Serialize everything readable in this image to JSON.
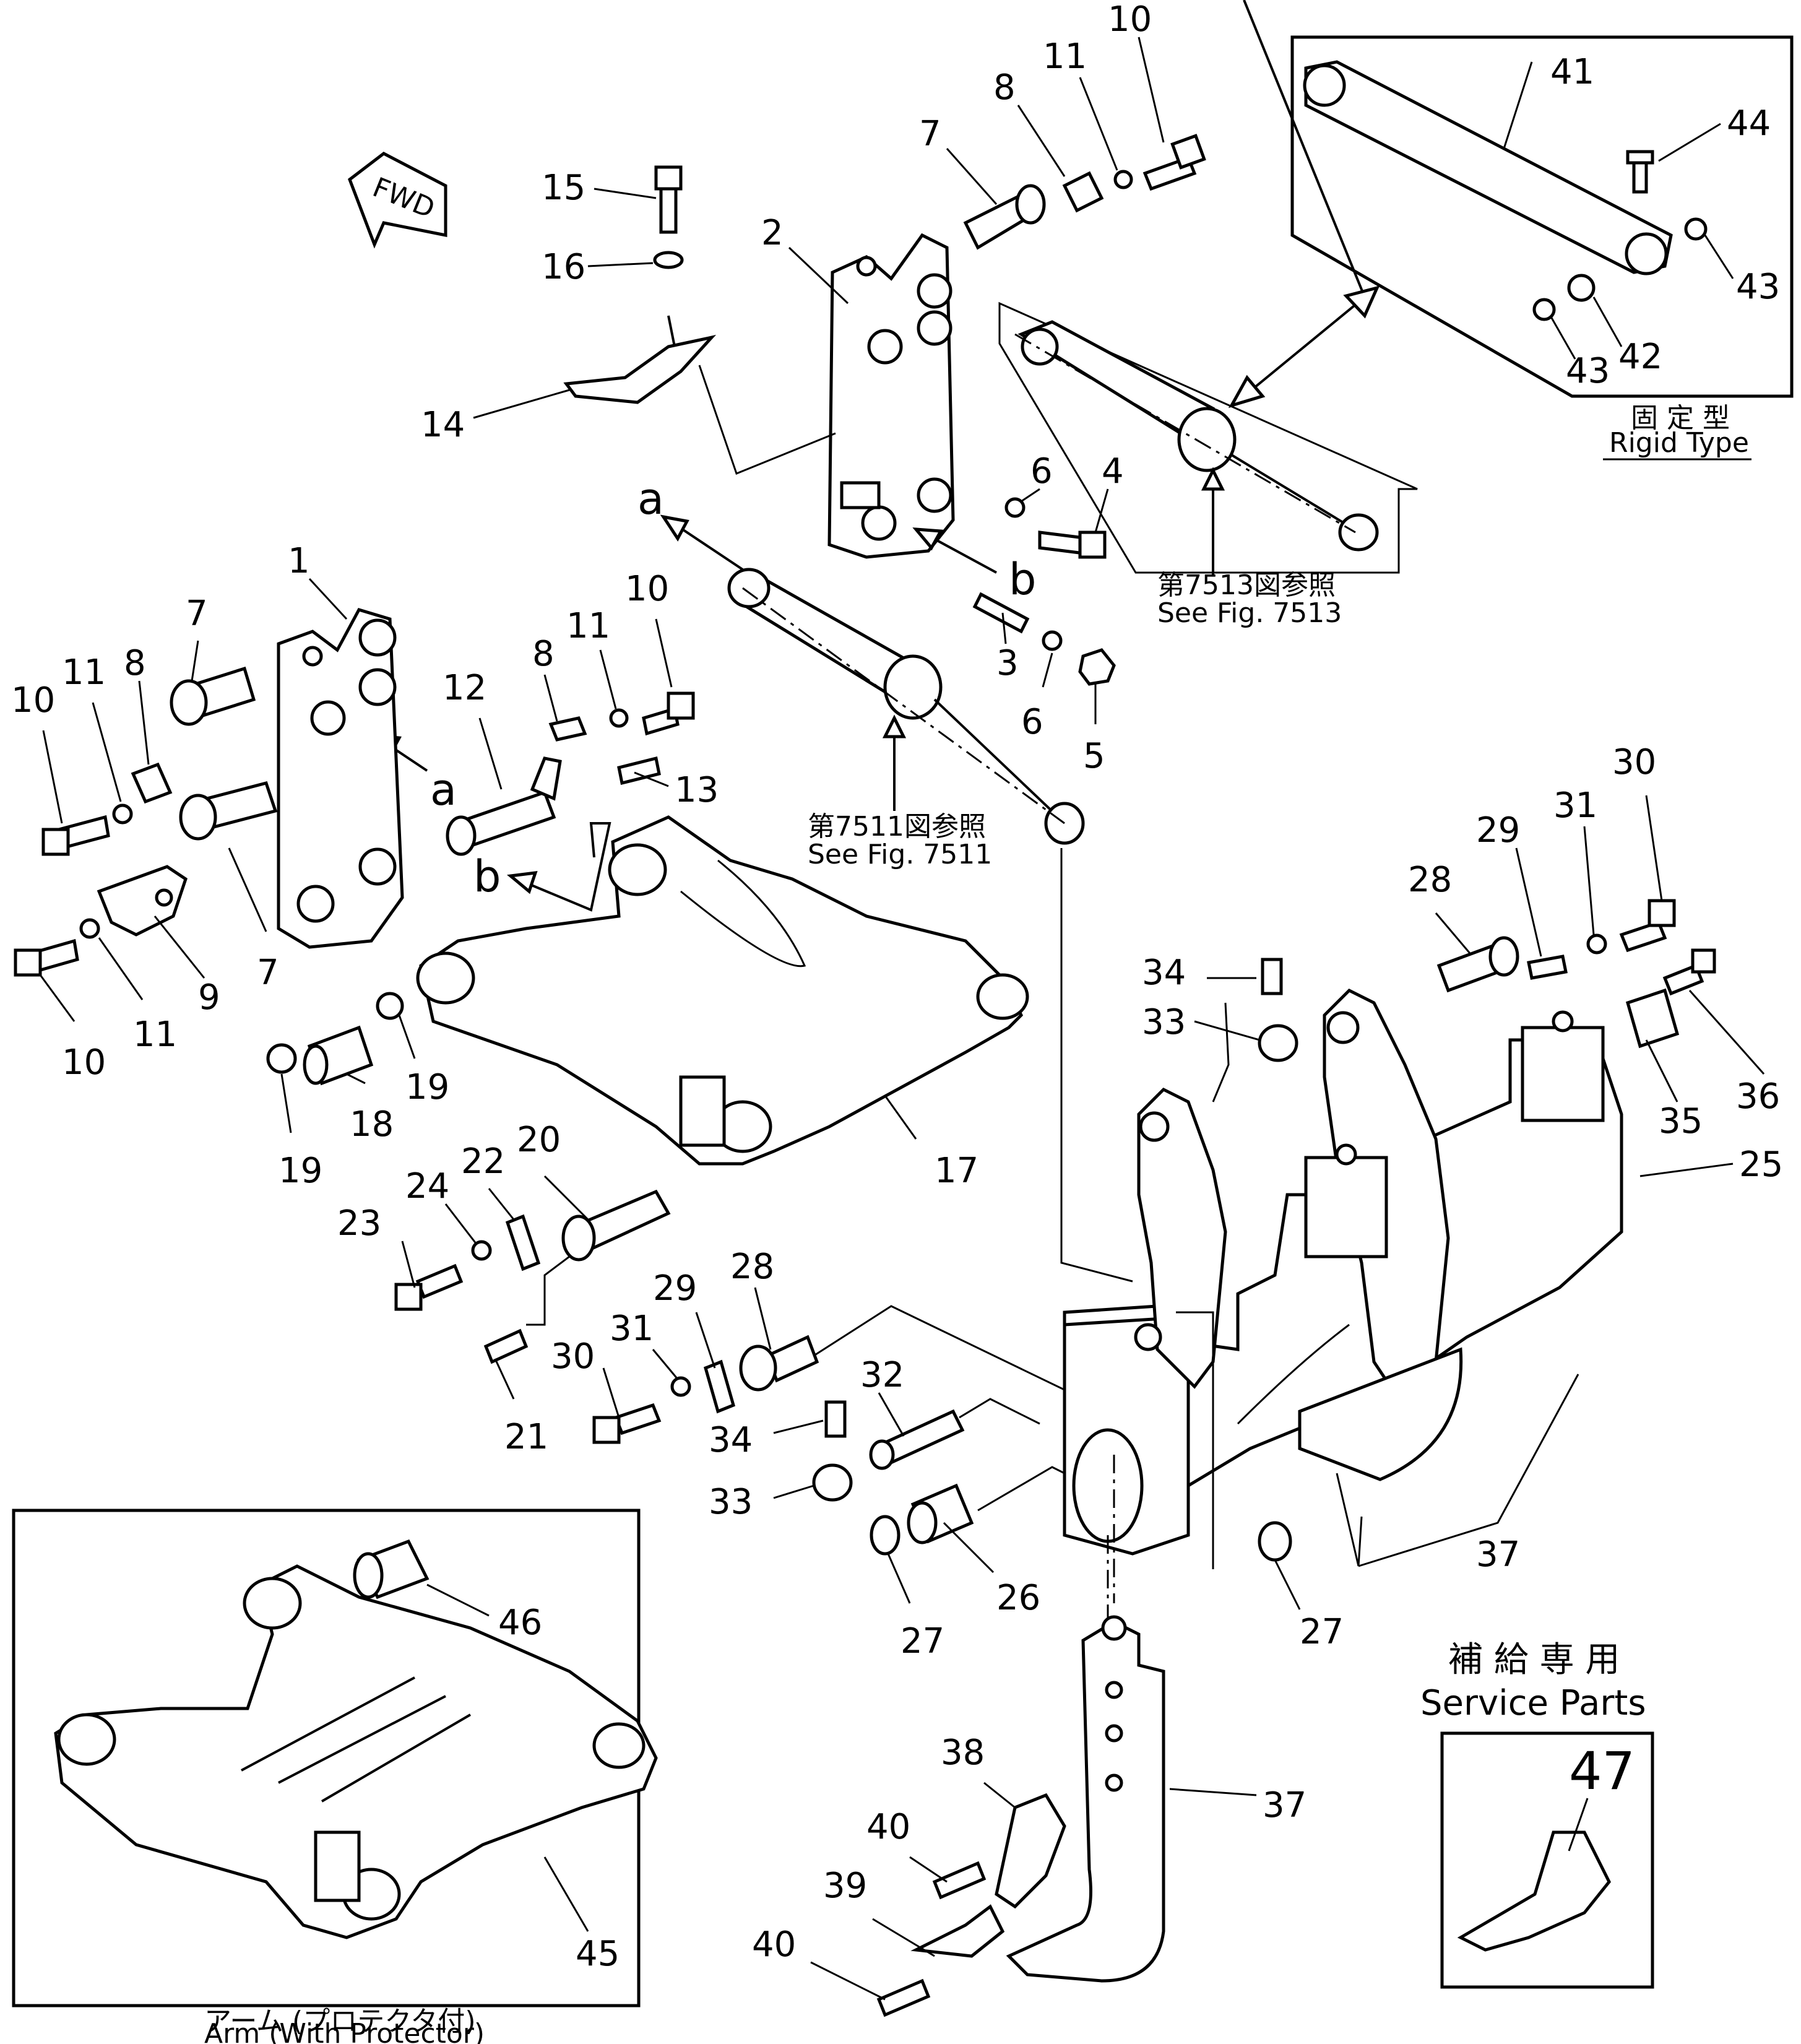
{
  "fwd_label": "FWD",
  "callouts": {
    "c1": "1",
    "c2": "2",
    "c3": "3",
    "c4": "4",
    "c5": "5",
    "c6a": "6",
    "c6b": "6",
    "c7a": "7",
    "c7b": "7",
    "c7c": "7",
    "c8a": "8",
    "c8b": "8",
    "c8c": "8",
    "c9": "9",
    "c10a": "10",
    "c10b": "10",
    "c10c": "10",
    "c10d": "10",
    "c11a": "11",
    "c11b": "11",
    "c11c": "11",
    "c11d": "11",
    "c12": "12",
    "c13": "13",
    "c14": "14",
    "c15": "15",
    "c16": "16",
    "c17": "17",
    "c18": "18",
    "c19a": "19",
    "c19b": "19",
    "c20": "20",
    "c21": "21",
    "c22": "22",
    "c23": "23",
    "c24": "24",
    "c25": "25",
    "c26": "26",
    "c27a": "27",
    "c27b": "27",
    "c28a": "28",
    "c28b": "28",
    "c29a": "29",
    "c29b": "29",
    "c30a": "30",
    "c30b": "30",
    "c31a": "31",
    "c31b": "31",
    "c32": "32",
    "c33a": "33",
    "c33b": "33",
    "c34a": "34",
    "c34b": "34",
    "c35": "35",
    "c36": "36",
    "c37a": "37",
    "c37b": "37",
    "c38": "38",
    "c39": "39",
    "c40a": "40",
    "c40b": "40",
    "c41": "41",
    "c42": "42",
    "c43a": "43",
    "c43b": "43",
    "c44": "44",
    "c45": "45",
    "c46": "46",
    "c47": "47"
  },
  "letters": {
    "a1": "a",
    "a2": "a",
    "b1": "b",
    "b2": "b"
  },
  "refs": {
    "fig7513_jp": "第7513図参照",
    "fig7513_en": "See  Fig. 7513",
    "fig7511_jp": "第7511図参照",
    "fig7511_en": "See  Fig. 7511"
  },
  "rigid": {
    "jp": "固 定 型",
    "en": "Rigid  Type"
  },
  "arm": {
    "jp": "アーム (プロテクタ付)",
    "en": "Arm  (With  Protector)"
  },
  "service": {
    "jp": "補 給 専 用",
    "en": "Service  Parts"
  }
}
